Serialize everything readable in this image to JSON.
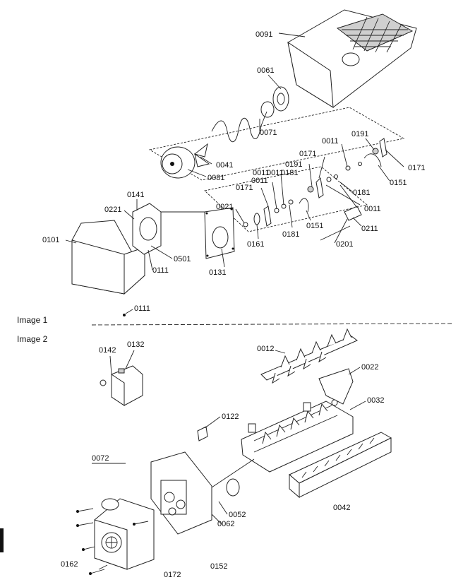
{
  "sections": {
    "image1": "Image 1",
    "image2": "Image 2"
  },
  "labels": [
    "0091",
    "0061",
    "0071",
    "0041",
    "0081",
    "0141",
    "0221",
    "0101",
    "0501",
    "0111",
    "0131",
    "0021",
    "0011",
    "0171",
    "0191",
    "0161",
    "0181",
    "0151",
    "0011",
    "0181",
    "0211",
    "0201",
    "0011",
    "0191",
    "0171",
    "0011",
    "0171",
    "0151",
    "0181",
    "0011",
    "0111",
    "0142",
    "0132",
    "0012",
    "0022",
    "0032",
    "0122",
    "0072",
    "0042",
    "0052",
    "0062",
    "0162",
    "0172",
    "0152"
  ]
}
